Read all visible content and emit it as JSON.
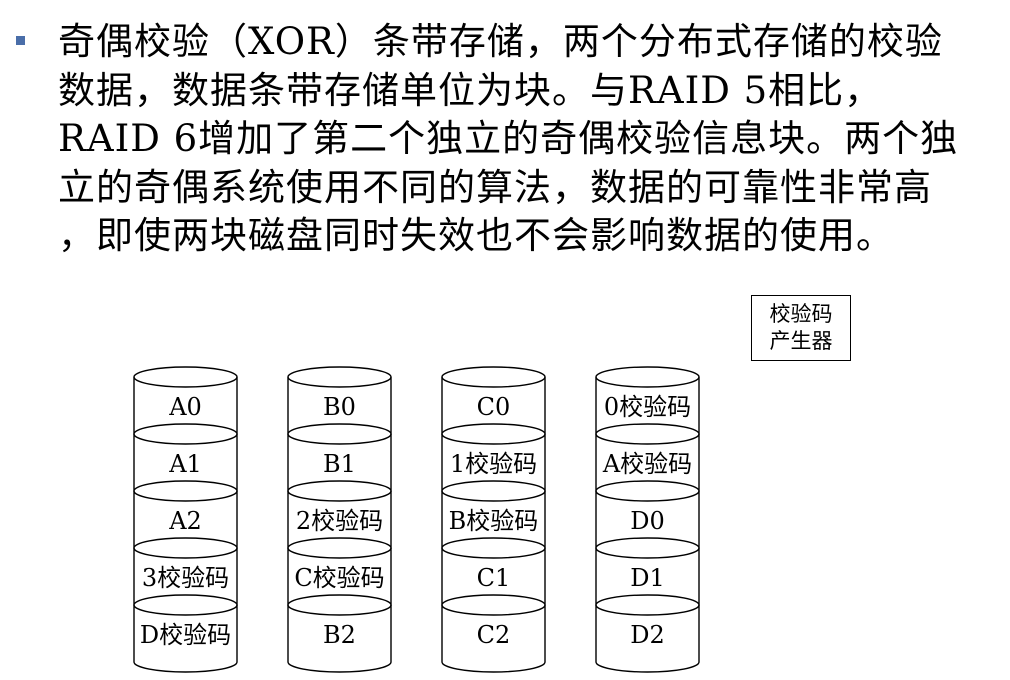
{
  "bullet": {
    "lines": [
      "奇偶校验（XOR）条带存储，两个分布式存储的校验",
      "数据，数据条带存储单位为块。与RAID 5相比，",
      "RAID 6增加了第二个独立的奇偶校验信息块。两个独",
      "立的奇偶系统使用不同的算法，数据的可靠性非常高",
      "，即使两块磁盘同时失效也不会影响数据的使用。"
    ]
  },
  "generator": {
    "line1": "校验码",
    "line2": "产生器"
  },
  "disks": [
    {
      "blocks": [
        "A0",
        "A1",
        "A2",
        "3校验码",
        "D校验码"
      ]
    },
    {
      "blocks": [
        "B0",
        "B1",
        "2校验码",
        "C校验码",
        "B2"
      ]
    },
    {
      "blocks": [
        "C0",
        "1校验码",
        "B校验码",
        "C1",
        "C2"
      ]
    },
    {
      "blocks": [
        "0校验码",
        "A校验码",
        "D0",
        "D1",
        "D2"
      ]
    }
  ],
  "colors": {
    "bullet": "#4a6ea9",
    "stroke": "#000000",
    "fill": "#ffffff"
  }
}
